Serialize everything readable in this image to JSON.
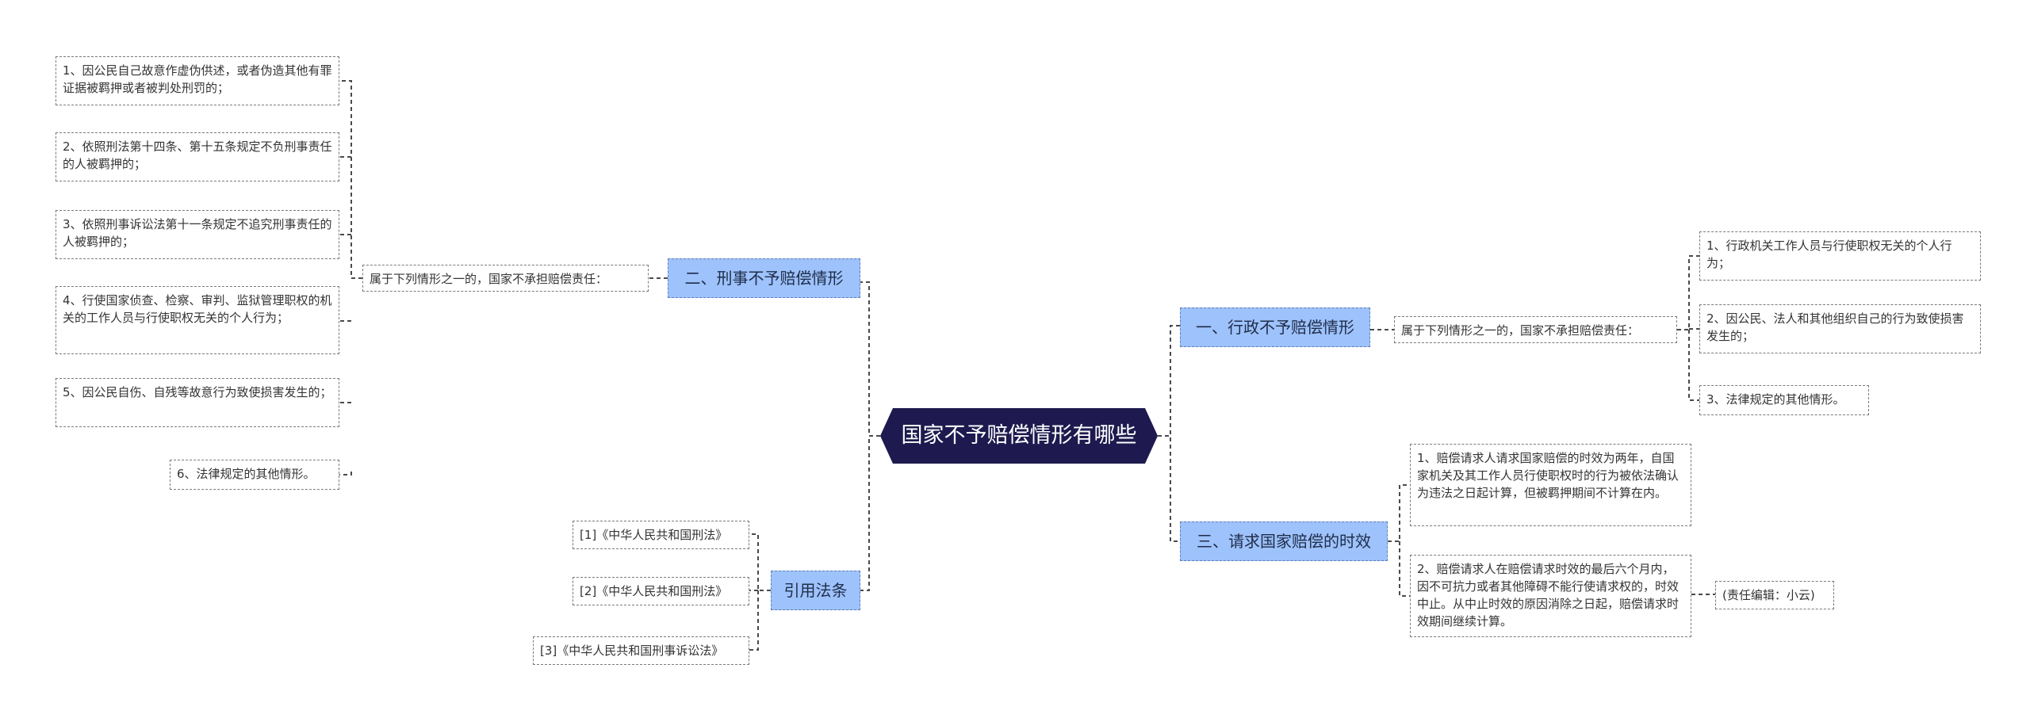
{
  "root": {
    "label": "国家不予赔偿情形有哪些"
  },
  "left": {
    "criminal": {
      "label": "二、刑事不予赔偿情形",
      "sub": "属于下列情形之一的，国家不承担赔偿责任：",
      "items": [
        "1、因公民自己故意作虚伪供述，或者伪造其他有罪证据被羁押或者被判处刑罚的；",
        "2、依照刑法第十四条、第十五条规定不负刑事责任的人被羁押的；",
        "3、依照刑事诉讼法第十一条规定不追究刑事责任的人被羁押的；",
        "4、行使国家侦查、检察、审判、监狱管理职权的机关的工作人员与行使职权无关的个人行为；",
        "5、因公民自伤、自残等故意行为致使损害发生的；",
        "6、法律规定的其他情形。"
      ]
    },
    "references": {
      "label": "引用法条",
      "items": [
        "[1]《中华人民共和国刑法》",
        "[2]《中华人民共和国刑法》",
        "[3]《中华人民共和国刑事诉讼法》"
      ]
    }
  },
  "right": {
    "administrative": {
      "label": "一、行政不予赔偿情形",
      "sub": "属于下列情形之一的，国家不承担赔偿责任：",
      "items": [
        "1、行政机关工作人员与行使职权无关的个人行为；",
        "2、因公民、法人和其他组织自己的行为致使损害发生的；",
        "3、法律规定的其他情形。"
      ]
    },
    "limitation": {
      "label": "三、请求国家赔偿的时效",
      "items": [
        "1、赔偿请求人请求国家赔偿的时效为两年，自国家机关及其工作人员行使职权时的行为被依法确认为违法之日起计算，但被羁押期间不计算在内。",
        "2、赔偿请求人在赔偿请求时效的最后六个月内，因不可抗力或者其他障碍不能行使请求权的，时效中止。从中止时效的原因消除之日起，赔偿请求时效期间继续计算。"
      ],
      "editor": "(责任编辑：小云)"
    }
  },
  "colors": {
    "root_bg": "#1e1a4f",
    "branch_bg": "#9ec2fb",
    "connector": "#4a4a4a"
  }
}
